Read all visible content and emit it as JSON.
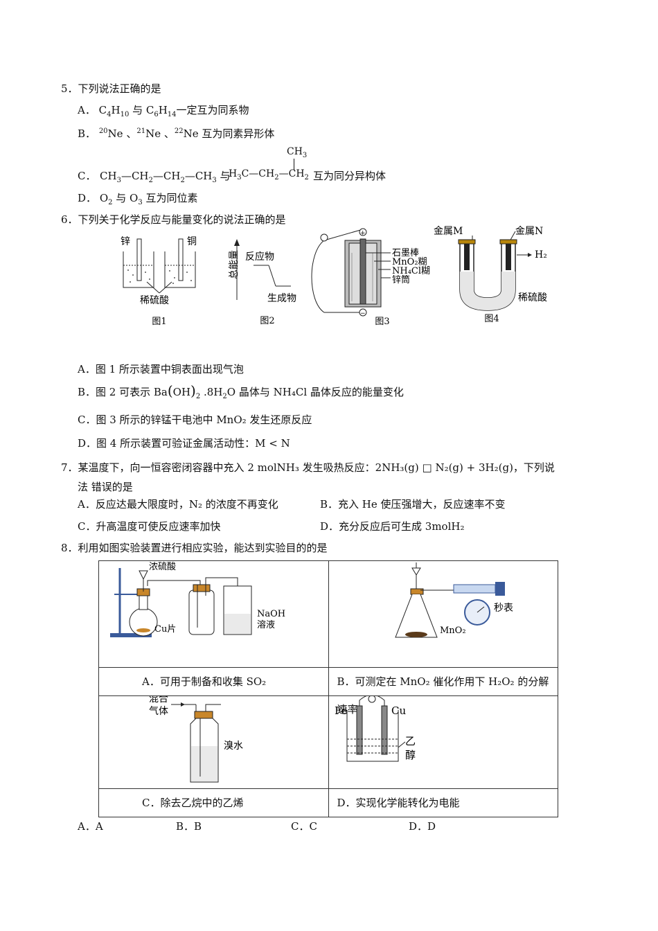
{
  "q5": {
    "stem": "5．下列说法正确的是",
    "a_label": "A．",
    "a_text": "一定互为同系物",
    "b_label": "B．",
    "b_text": "互为同素异形体",
    "c_label": "C．",
    "c_chain": "CH₃—CH₂—CH₂—CH₃ 与",
    "c_text": "互为同分异构体",
    "d_label": "D．",
    "d_text": "互为同位素"
  },
  "q6": {
    "stem": "6．下列关于化学反应与能量变化的说法正确的是",
    "fig1": {
      "zinc": "锌",
      "copper": "铜",
      "acid": "稀硫酸",
      "caption": "图1"
    },
    "fig2": {
      "ylabel": "总能量",
      "reactant": "反应物",
      "product": "生成物",
      "caption": "图2"
    },
    "fig3": {
      "graphite": "石墨棒",
      "mno2": "MnO₂糊",
      "nh4cl": "NH₄Cl糊",
      "zinc_can": "锌筒",
      "caption": "图3"
    },
    "fig4": {
      "metal_m": "金属M",
      "metal_n": "金属N",
      "h2": "H₂",
      "acid": "稀硫酸",
      "caption": "图4"
    },
    "a": "A．图 1 所示装置中铜表面出现气泡",
    "b_pre": "B．图 2 可表示 Ba",
    "b_post": "晶体与 NH₄Cl 晶体反应的能量变化",
    "c": "C．图 3 所示的锌锰干电池中 MnO₂ 发生还原反应",
    "d": "D．图 4 所示装置可验证金属活动性：M < N"
  },
  "q7": {
    "stem1": "7．某温度下，向一恒容密闭容器中充入 2 molNH₃ 发生吸热反应：2NH₃(g) □  N₂(g) + 3H₂(g)，下列说",
    "stem2": "法  错误的是",
    "a": "A．反应达最大限度时，N₂ 的浓度不再变化",
    "b": "B．充入 He 使压强增大，反应速率不变",
    "c": "C．升高温度可使反应速率加快",
    "d": "D．充分反应后可生成 3molH₂"
  },
  "q8": {
    "stem": "8．利用如图实验装置进行相应实验，能达到实验目的的是",
    "A": {
      "acid": "浓硫酸",
      "cu": "Cu片",
      "naoh1": "NaOH",
      "naoh2": "溶液",
      "text": "A．可用于制备和收集 SO₂"
    },
    "B": {
      "mno2": "MnO₂",
      "watch": "秒表",
      "text": "B．可测定在 MnO₂ 催化作用下 H₂O₂ 的分解速率"
    },
    "C": {
      "gas1": "混合",
      "gas2": "气体",
      "bromine": "溴水",
      "text": "C．除去乙烷中的乙烯"
    },
    "D": {
      "fe": "Fe",
      "cu": "Cu",
      "eth1": "乙",
      "eth2": "醇",
      "text": "D．实现化学能转化为电能"
    },
    "answers": [
      "A．A",
      "B．B",
      "C．C",
      "D．D"
    ]
  }
}
